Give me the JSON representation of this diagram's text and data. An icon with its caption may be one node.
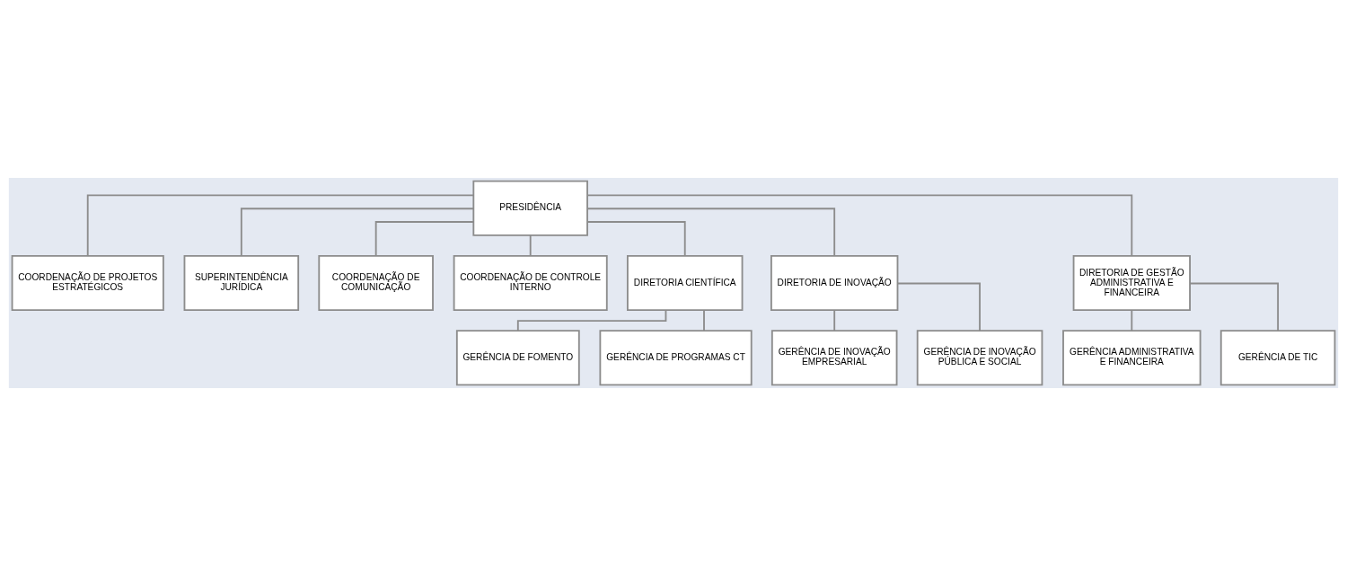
{
  "diagram": {
    "nodes": [
      {
        "text": [
          "PRESIDÊNCIA"
        ]
      },
      {
        "text": [
          "COORDENAÇÃO DE PROJETOS ESTRATÉGICOS"
        ]
      },
      {
        "text": [
          "SUPERINTENDÊNCIA JURÍDICA"
        ]
      },
      {
        "text": [
          "COORDENAÇÃO DE COMUNICAÇÃO"
        ]
      },
      {
        "text": [
          "COORDENAÇÃO DE CONTROLE INTERNO"
        ]
      },
      {
        "text": [
          "DIRETORIA CIENTÍFICA"
        ]
      },
      {
        "text": [
          "DIRETORIA DE INOVAÇÃO"
        ]
      },
      {
        "text": [
          "DIRETORIA DE GESTÃO ADMINISTRATIVA E FINANCEIRA"
        ]
      },
      {
        "text": [
          "GERÊNCIA DE FOMENTO"
        ]
      },
      {
        "text": [
          "GERÊNCIA DE PROGRAMAS CT"
        ]
      },
      {
        "text": [
          "GERÊNCIA DE INOVAÇÃO EMPRESARIAL"
        ]
      },
      {
        "text": [
          "GERÊNCIA DE INOVAÇÃO PÚBLICA E SOCIAL"
        ]
      },
      {
        "text": [
          "GERÊNCIA ADMINISTRATIVA E FINANCEIRA"
        ]
      },
      {
        "text": [
          "GERÊNCIA DE TIC"
        ]
      }
    ],
    "edges": [
      {
        "from": 0,
        "to": 1,
        "arrow": "none"
      },
      {
        "from": 0,
        "to": 2,
        "arrow": "none"
      },
      {
        "from": 0,
        "to": 3,
        "arrow": "none"
      },
      {
        "from": 0,
        "to": 4,
        "arrow": "none"
      },
      {
        "from": 0,
        "to": 5,
        "arrow": "none"
      },
      {
        "from": 0,
        "to": 6,
        "arrow": "none"
      },
      {
        "from": 0,
        "to": 7,
        "arrow": "none"
      },
      {
        "from": 5,
        "to": 8,
        "arrow": "none"
      },
      {
        "from": 5,
        "to": 9,
        "arrow": "none"
      },
      {
        "from": 6,
        "to": 10,
        "arrow": "none"
      },
      {
        "from": 6,
        "to": 11,
        "arrow": "none"
      },
      {
        "from": 7,
        "to": 12,
        "arrow": "none"
      },
      {
        "from": 7,
        "to": 13,
        "arrow": "none"
      }
    ]
  }
}
